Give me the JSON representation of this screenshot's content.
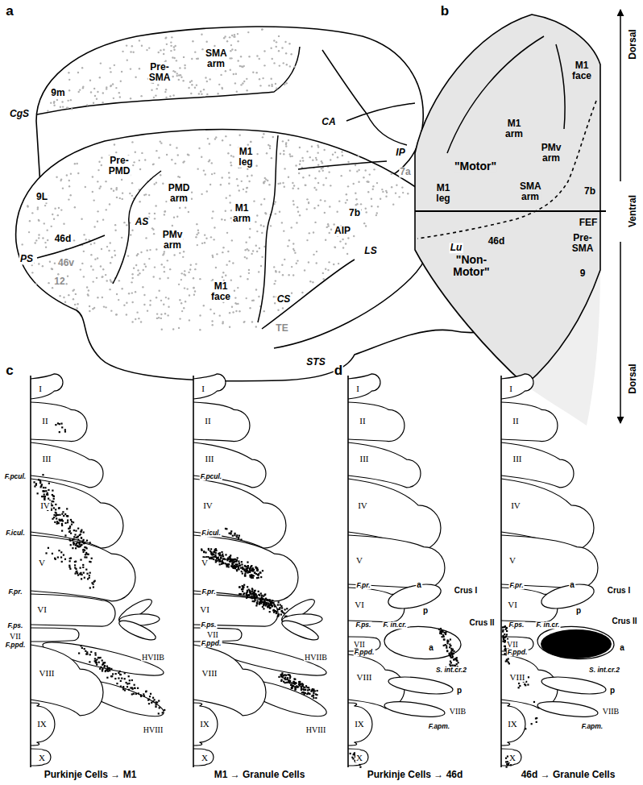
{
  "diagram": {
    "labels": [
      "a",
      "b",
      "c",
      "d",
      "Pre- SMA",
      "SMA arm",
      "9m",
      "CgS",
      "CA",
      "M1 leg",
      "IP",
      "7a",
      "Pre- PMD",
      "PMD arm",
      "9L",
      "M1 arm",
      "7b",
      "AIP",
      "PMv arm",
      "AS",
      "46d",
      "PS",
      "46v",
      "12",
      "LS",
      "Lu",
      "M1 face",
      "CS",
      "TE",
      "STS",
      "M1 face",
      "Dorsal",
      "M1 arm",
      "\"Motor\"",
      "PMv arm",
      "M1 leg",
      "7b",
      "SMA arm",
      "Ventral",
      "FEF",
      "Pre- SMA",
      "46d",
      "\"Non- Motor\"",
      "9",
      "Dorsal",
      "I",
      "II",
      "III",
      "F.pcul.",
      "IV",
      "F.icul.",
      "V",
      "F.pr.",
      "VI",
      "F.ps.",
      "VII",
      "F.ppd.",
      "HVIIB",
      "VIII",
      "HVIII",
      "IX",
      "X",
      "Purkinje Cells → M1",
      "I",
      "II",
      "III",
      "F.pcul.",
      "IV",
      "F.icul.",
      "V",
      "F.pr.",
      "VI",
      "F.ps.",
      "VII",
      "F.ppd.",
      "HVIIB",
      "VIII",
      "HVIII",
      "IX",
      "X",
      "M1 → Granule Cells",
      "I",
      "II",
      "III",
      "IV",
      "V",
      "a",
      "Crus I",
      "F.pr.",
      "VI",
      "p",
      "F. in.cr.",
      "Crus II",
      "a",
      "F.ps.",
      "VII",
      "F.ppd.",
      "S. int.cr.2",
      "p",
      "VIIB",
      "F.apm.",
      "VIII",
      "IX",
      "X",
      "Purkinje Cells → 46d",
      "I",
      "II",
      "III",
      "IV",
      "V",
      "a",
      "Crus I",
      "F.pr.",
      "VI",
      "p",
      "Crus II",
      "F.ps.",
      "F. in.cr.",
      "VII",
      "F.ppd.",
      "a",
      "VIII",
      "S. int.cr.2",
      "p",
      "VIIB",
      "F.apm.",
      "IX",
      "X",
      "46d → Granule Cells"
    ]
  }
}
